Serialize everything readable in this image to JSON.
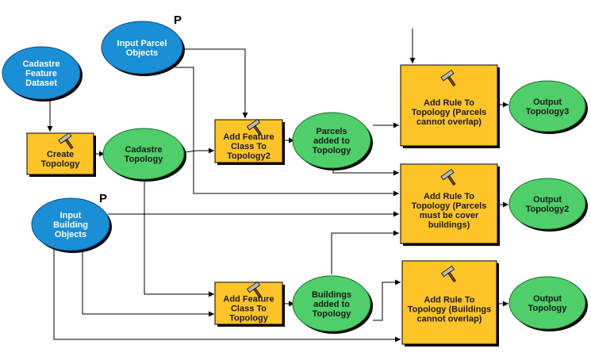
{
  "diagram": {
    "nodes": {
      "cadastre_dataset": {
        "kind": "input",
        "lines": [
          "Cadastre",
          "Feature",
          "Dataset"
        ]
      },
      "input_parcel": {
        "kind": "input",
        "lines": [
          "Input Parcel",
          "Objects"
        ],
        "param": "P"
      },
      "input_building": {
        "kind": "input",
        "lines": [
          "Input",
          "Building",
          "Objects"
        ],
        "param": "P"
      },
      "create_topology": {
        "kind": "tool",
        "lines": [
          "Create",
          "Topology"
        ]
      },
      "cadastre_topology": {
        "kind": "derived",
        "lines": [
          "Cadastre",
          "Topology"
        ]
      },
      "add_fc_1": {
        "kind": "tool",
        "lines": [
          "Add Feature",
          "Class To",
          "Topology2"
        ]
      },
      "parcels_added": {
        "kind": "derived",
        "lines": [
          "Parcels",
          "added to",
          "Topology"
        ]
      },
      "add_fc_2": {
        "kind": "tool",
        "lines": [
          "Add Feature",
          "Class To",
          "Topology"
        ]
      },
      "buildings_added": {
        "kind": "derived",
        "lines": [
          "Buildings",
          "added to",
          "Topology"
        ]
      },
      "rule_parcels": {
        "kind": "tool",
        "lines": [
          "Add Rule To",
          "Topology (Parcels",
          "cannot overlap)"
        ]
      },
      "rule_cover": {
        "kind": "tool",
        "lines": [
          "Add Rule To",
          "Topology (Parcels",
          "must be cover",
          "buildings)"
        ]
      },
      "rule_buildings": {
        "kind": "tool",
        "lines": [
          "Add Rule To",
          "Topology (Buildings",
          "cannot overlap)"
        ]
      },
      "output3": {
        "kind": "derived",
        "lines": [
          "Output",
          "Topology3"
        ]
      },
      "output2": {
        "kind": "derived",
        "lines": [
          "Output",
          "Topology2"
        ]
      },
      "output1": {
        "kind": "derived",
        "lines": [
          "Output",
          "Topology"
        ]
      }
    },
    "colors": {
      "input": "#1a8fd6",
      "tool": "#ffc428",
      "derived": "#4fcf6a",
      "edge": "#000000"
    },
    "icons": {
      "tool": "hammer-icon"
    }
  }
}
